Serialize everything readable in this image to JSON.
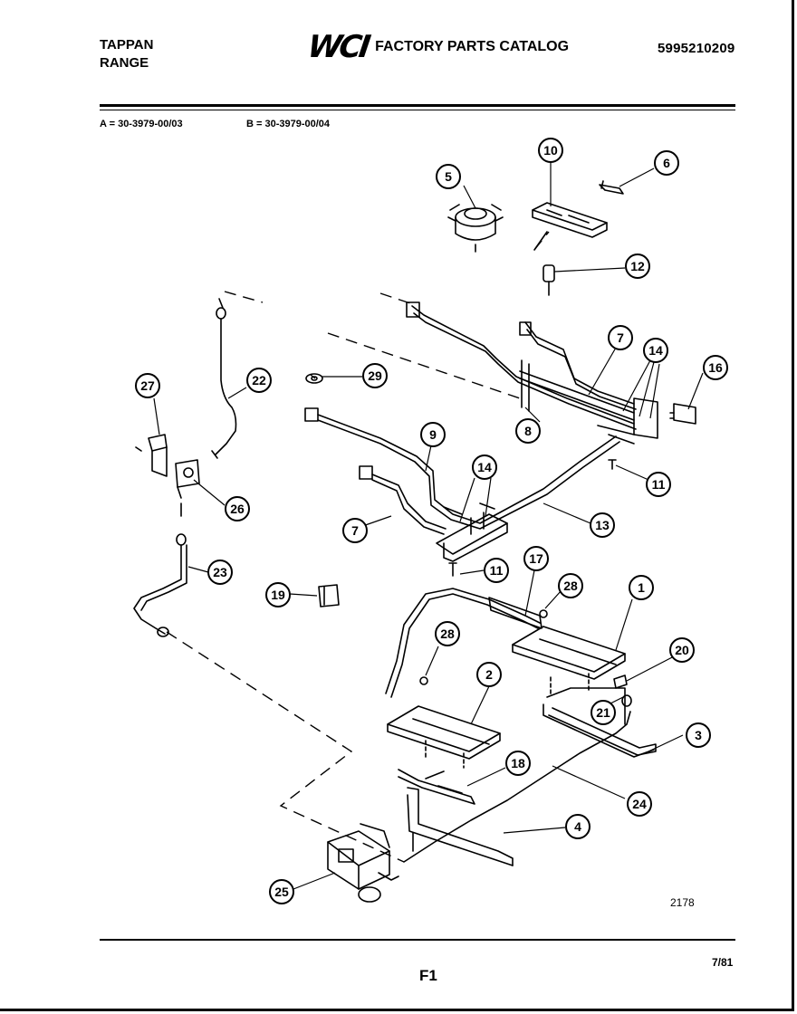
{
  "header": {
    "brand_line1": "TAPPAN",
    "brand_line2": "RANGE",
    "logo": "WCI",
    "title": "FACTORY PARTS CATALOG",
    "catalog_number": "5995210209"
  },
  "models": {
    "a": "A = 30-3979-00/03",
    "b": "B = 30-3979-00/04"
  },
  "callouts": [
    "1",
    "2",
    "3",
    "4",
    "5",
    "6",
    "7",
    "7",
    "8",
    "9",
    "10",
    "11",
    "11",
    "12",
    "13",
    "14",
    "14",
    "16",
    "17",
    "18",
    "19",
    "20",
    "21",
    "22",
    "23",
    "24",
    "25",
    "26",
    "27",
    "28",
    "28",
    "29"
  ],
  "footer": {
    "diagram_code": "2178",
    "date": "7/81",
    "page": "F1"
  },
  "colors": {
    "ink": "#000000",
    "paper": "#ffffff"
  }
}
